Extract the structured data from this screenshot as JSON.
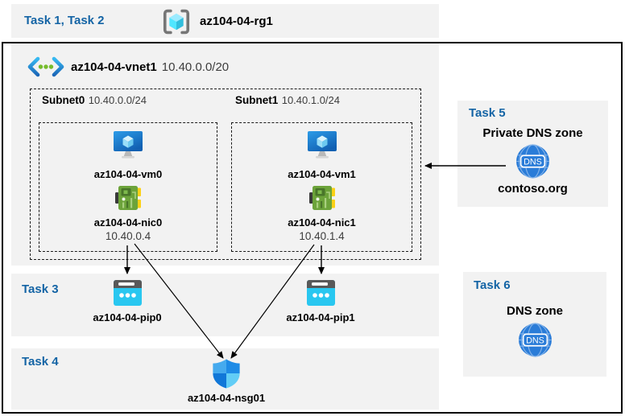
{
  "colors": {
    "band_bg": "#f2f2f2",
    "task_label_blue": "#1464a5",
    "border_black": "#000000",
    "dns_icon_blue": "#2a7cd8",
    "pip_icon_cyan": "#29c7f0",
    "nic_icon_green": "#6ca33a",
    "vm_icon_blue": "#1566b8",
    "nsg_icon_blue": "#1e8be6"
  },
  "icons": {
    "resource_group": "resource-group-icon",
    "virtual_network": "virtual-network-icon",
    "virtual_machine": "virtual-machine-icon",
    "network_interface": "nic-icon",
    "public_ip": "public-ip-icon",
    "nsg": "shield-icon",
    "dns": "dns-globe-icon"
  },
  "header": {
    "task_label": "Task 1, Task 2",
    "resource_group": "az104-04-rg1"
  },
  "vnet": {
    "name": "az104-04-vnet1",
    "cidr": "10.40.0.0/20",
    "subnets": [
      {
        "name": "Subnet0",
        "cidr": "10.40.0.0/24",
        "vm": "az104-04-vm0",
        "nic": "az104-04-nic0",
        "ip": "10.40.0.4"
      },
      {
        "name": "Subnet1",
        "cidr": "10.40.1.0/24",
        "vm": "az104-04-vm1",
        "nic": "az104-04-nic1",
        "ip": "10.40.1.4"
      }
    ]
  },
  "task3": {
    "label": "Task 3",
    "pip0": "az104-04-pip0",
    "pip1": "az104-04-pip1"
  },
  "task4": {
    "label": "Task 4",
    "nsg": "az104-04-nsg01"
  },
  "task5": {
    "label": "Task 5",
    "title": "Private DNS zone",
    "zone": "contoso.org",
    "icon_text": "DNS"
  },
  "task6": {
    "label": "Task 6",
    "title": "DNS zone",
    "icon_text": "DNS"
  }
}
